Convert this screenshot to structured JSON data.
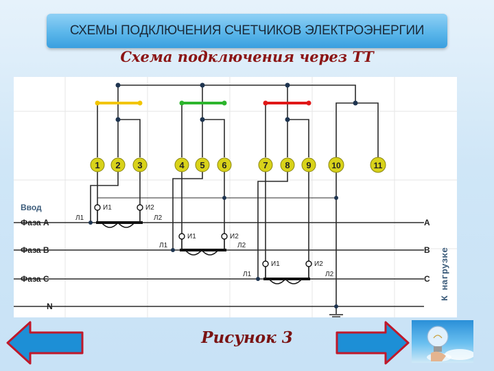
{
  "header": {
    "title": "СХЕМЫ ПОДКЛЮЧЕНИЯ СЧЕТЧИКОВ ЭЛЕКТРОЭНЕРГИИ",
    "subtitle": "Схема подключения через ТТ"
  },
  "diagram": {
    "terminals": [
      "1",
      "2",
      "3",
      "4",
      "5",
      "6",
      "7",
      "8",
      "9",
      "10",
      "11"
    ],
    "input_label": "Ввод",
    "phase_labels": [
      "Фаза А",
      "Фаза B",
      "Фаза С",
      "N"
    ],
    "line_ends": [
      "A",
      "B",
      "C"
    ],
    "load_label": "К нагрузке",
    "ct_labels": {
      "i1": "И1",
      "i2": "И2",
      "l1": "Л1",
      "l2": "Л2"
    },
    "jumper_colors": [
      "#f2c500",
      "#2db52d",
      "#e01818"
    ]
  },
  "caption": "Рисунок 3",
  "nav": {
    "prev": "left-arrow-icon",
    "next": "right-arrow-icon"
  },
  "thumbnail": {
    "icon": "light-bulb-icon"
  },
  "colors": {
    "banner": "#4aa9e4",
    "arrow": "#1d8fd6",
    "accent_text": "#8b1414",
    "terminal": "#d8d21a"
  }
}
